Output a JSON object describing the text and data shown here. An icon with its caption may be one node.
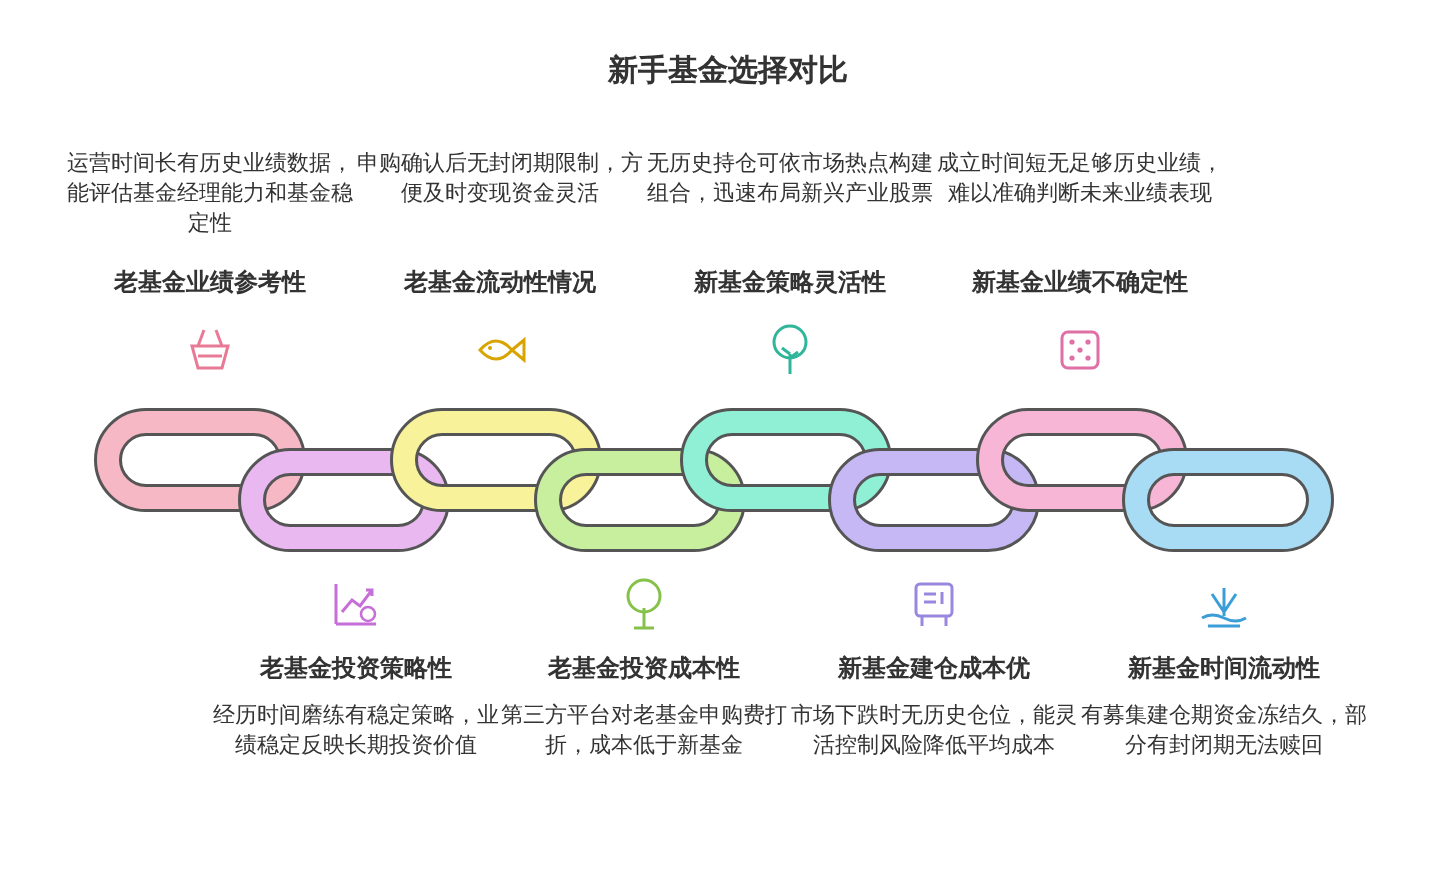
{
  "diagram": {
    "title": "新手基金选择对比",
    "labels": [
      "运营时间长有历史业绩数据，能评估基金经理能力和基金稳定性",
      "申购确认后无封闭期限制，方便及时变现资金灵活",
      "无历史持仓可依市场热点构建组合，迅速布局新兴产业股票",
      "成立时间短无足够历史业绩，难以准确判断未来业绩表现",
      "老基金业绩参考性",
      "老基金流动性情况",
      "新基金策略灵活性",
      "新基金业绩不确定性",
      "老基金投资策略性",
      "老基金投资成本性",
      "新基金建仓成本优",
      "新基金时间流动性",
      "经历时间磨练有稳定策略，业绩稳定反映长期投资价值",
      "第三方平台对老基金申购费打折，成本低于新基金",
      "市场下跌时无历史仓位，能灵活控制风险降低平均成本",
      "有募集建仓期资金冻结久，部分有封闭期无法赎回"
    ]
  }
}
